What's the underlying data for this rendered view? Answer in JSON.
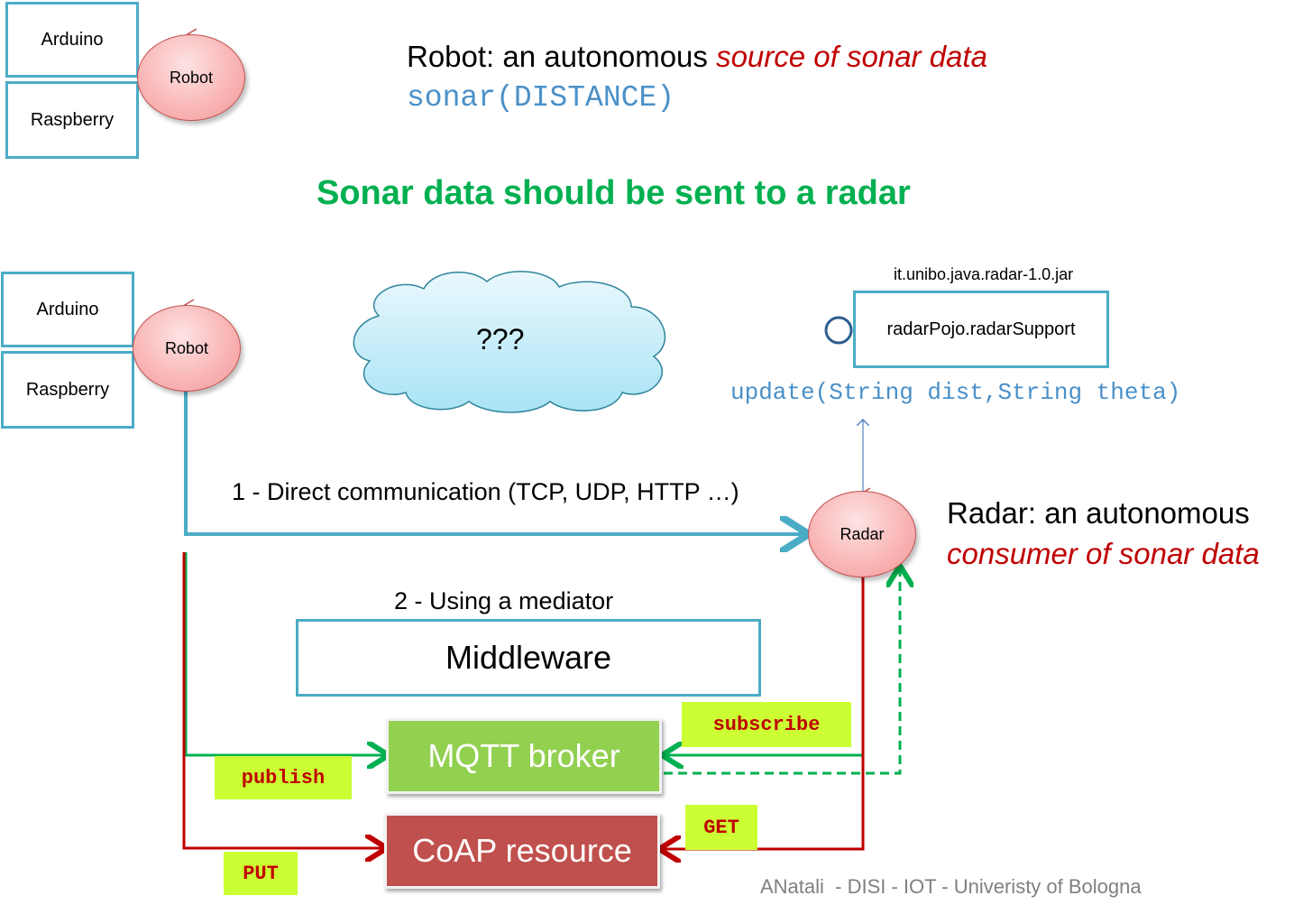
{
  "top": {
    "arduino": "Arduino",
    "raspberry": "Raspberry",
    "robot": "Robot",
    "robot_desc_prefix": "Robot: an autonomous",
    "robot_desc_emph": "source of sonar data",
    "sonar_signature": "sonar(DISTANCE)"
  },
  "heading": "Sonar data should be sent to a radar",
  "bottom": {
    "arduino": "Arduino",
    "raspberry": "Raspberry",
    "robot": "Robot",
    "cloud": "???",
    "jar_name": "it.unibo.java.radar-1.0.jar",
    "radar_support": "radarPojo.radarSupport",
    "update_signature": "update(String dist,String theta)",
    "radar": "Radar",
    "radar_desc_line1": "Radar: an autonomous",
    "radar_desc_line2": "consumer of sonar data",
    "direct_comm": "1 - Direct communication (TCP, UDP, HTTP …)",
    "mediator": "2 - Using a mediator",
    "middleware": "Middleware",
    "mqtt": "MQTT broker",
    "coap": "CoAP resource",
    "publish": "publish",
    "subscribe": "subscribe",
    "put": "PUT",
    "get": "GET"
  },
  "footer": "ANatali  - DISI - IOT - Univeristy of Bologna",
  "colors": {
    "link_blue": "#4bacc6",
    "emphasis_red": "#c00000",
    "heading_green": "#00b050",
    "mqtt_green": "#92d050",
    "coap_red": "#c0504d",
    "tag_lime": "#ccff33"
  }
}
